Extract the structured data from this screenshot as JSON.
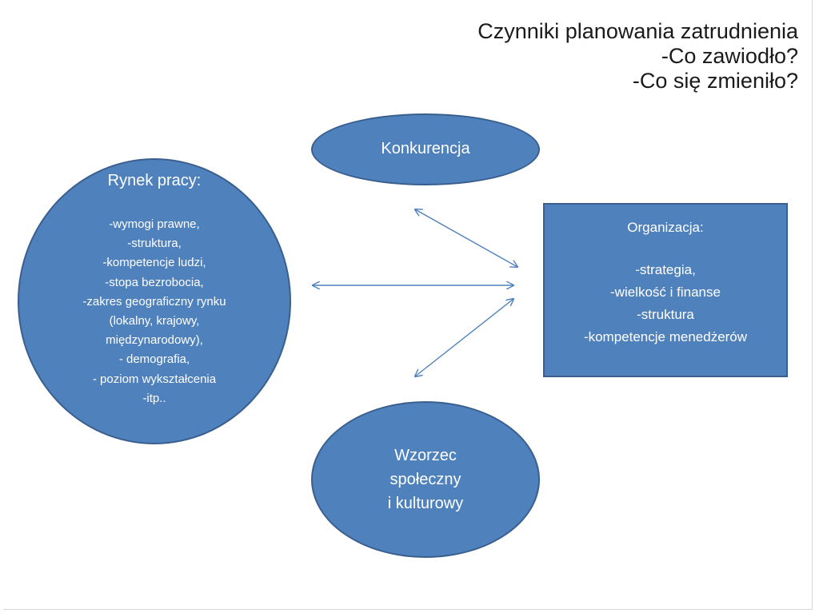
{
  "title": {
    "line1": "Czynniki planowania zatrudnienia",
    "line2": "-Co zawiodło?",
    "line3": "-Co się zmieniło?"
  },
  "konkurencja": {
    "label": "Konkurencja"
  },
  "rynek": {
    "title": "Rynek pracy:",
    "items": [
      "-wymogi prawne,",
      "-struktura,",
      "-kompetencje ludzi,",
      "-stopa bezrobocia,",
      "-zakres geograficzny rynku",
      "(lokalny, krajowy,",
      "międzynarodowy),",
      "- demografia,",
      "- poziom wykształcenia",
      "-itp.."
    ]
  },
  "organizacja": {
    "title": "Organizacja:",
    "items": [
      "-strategia,",
      "-wielkość i finanse",
      "-struktura",
      "-kompetencje menedżerów"
    ]
  },
  "wzorzec": {
    "lines": [
      "Wzorzec",
      "społeczny",
      "i kulturowy"
    ]
  },
  "colors": {
    "shape_fill": "#4f81bd",
    "shape_border": "#3a5f8f",
    "arrow": "#4f81bd",
    "text_on_shape": "#ffffff",
    "title_text": "#1a1a1a"
  }
}
